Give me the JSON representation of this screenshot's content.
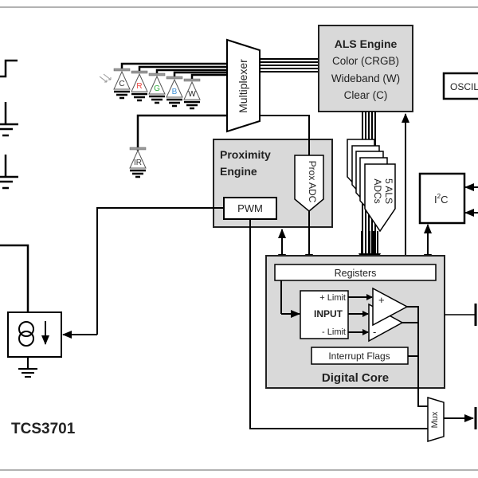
{
  "diagram": {
    "part_number": "TCS3701",
    "blocks": {
      "als_engine": {
        "title": "ALS Engine",
        "lines": [
          "Color (CRGB)",
          "Wideband (W)",
          "Clear (C)"
        ]
      },
      "oscillator": {
        "label": "OSCIL"
      },
      "multiplexer": {
        "label": "Multiplexer"
      },
      "proximity_engine": {
        "title_line1": "Proximity",
        "title_line2": "Engine"
      },
      "pwm": {
        "label": "PWM"
      },
      "prox_adc": {
        "label": "Prox ADC"
      },
      "als_adcs": {
        "label_line1": "5 ALS",
        "label_line2": "ADCs",
        "count": 5
      },
      "i2c": {
        "label": "I",
        "sup": "2",
        "label_tail": "C"
      },
      "registers": {
        "label": "Registers"
      },
      "input": {
        "label": "INPUT",
        "plus_limit": "+ Limit",
        "minus_limit": "- Limit"
      },
      "comparator": {
        "plus": "+",
        "minus": "-"
      },
      "interrupt_flags": {
        "label": "Interrupt Flags"
      },
      "digital_core": {
        "title": "Digital Core"
      },
      "mux": {
        "label": "Mux"
      }
    },
    "photodiodes": [
      {
        "label": "C",
        "color": "#333333"
      },
      {
        "label": "R",
        "color": "#e8413b"
      },
      {
        "label": "G",
        "color": "#2fae3c"
      },
      {
        "label": "B",
        "color": "#3d8fd6"
      },
      {
        "label": "W",
        "color": "#222222"
      }
    ],
    "ir_diode": {
      "label": "IR",
      "color": "#333333"
    },
    "colors": {
      "block_fill": "#d9d9d9",
      "line": "#000000",
      "frame": "#999999"
    }
  }
}
